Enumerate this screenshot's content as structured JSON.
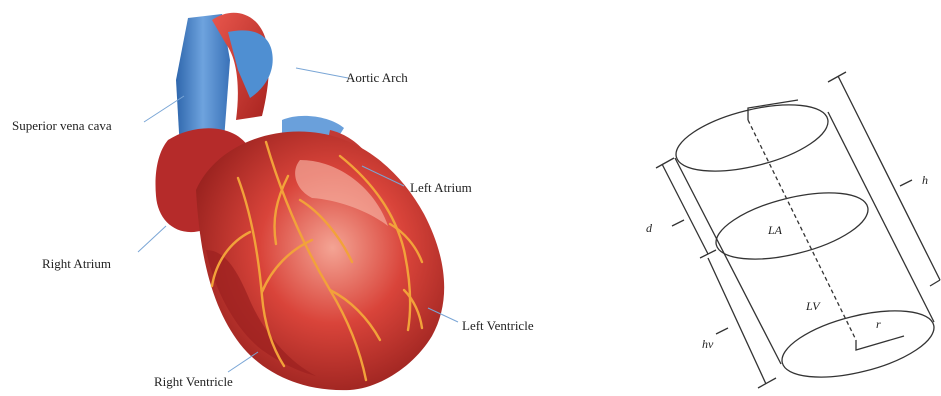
{
  "heart_labels": {
    "aortic_arch": "Aortic Arch",
    "superior_vena_cava": "Superior vena cava",
    "left_atrium": "Left Atrium",
    "right_atrium": "Right Atrium",
    "left_ventricle": "Left Ventricle",
    "right_ventricle": "Right Ventricle"
  },
  "model_labels": {
    "h": "h",
    "d": "d",
    "hv": "hv",
    "la": "LA",
    "lv": "LV",
    "r": "r"
  },
  "colors": {
    "heart_muscle": "#c9302c",
    "heart_highlight": "#f08a7c",
    "vein_blue": "#4a86c8",
    "coronary_vessels": "#f2a23a",
    "line": "#333333"
  }
}
